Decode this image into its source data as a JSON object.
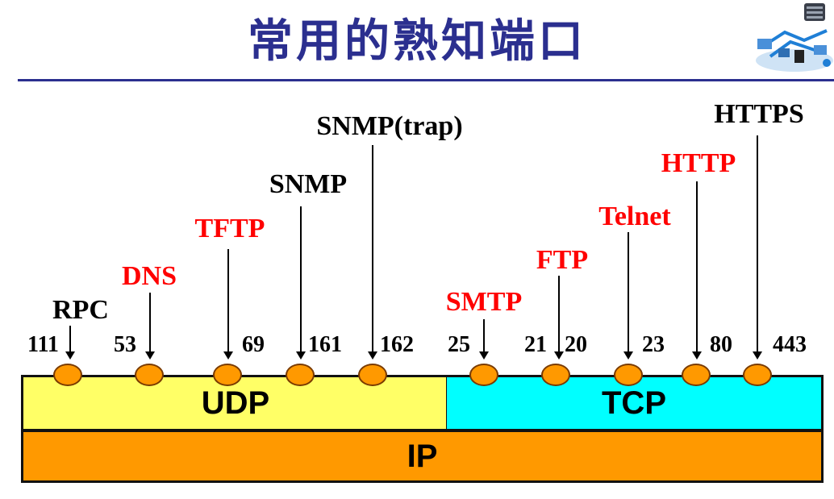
{
  "title": "常用的熟知端口",
  "layers": {
    "udp": "UDP",
    "tcp": "TCP",
    "ip": "IP"
  },
  "colors": {
    "title": "#2b2f8f",
    "udp": "#ffff66",
    "tcp": "#00ffff",
    "ip": "#ff9900",
    "highlight": "#ff0000"
  },
  "udp_services": [
    {
      "protocol": "RPC",
      "port": "111",
      "color": "#000000"
    },
    {
      "protocol": "DNS",
      "port": "53",
      "color": "#ff0000"
    },
    {
      "protocol": "TFTP",
      "port": "69",
      "color": "#ff0000"
    },
    {
      "protocol": "SNMP",
      "port": "161",
      "color": "#000000"
    },
    {
      "protocol": "SNMP(trap)",
      "port": "162",
      "color": "#000000"
    }
  ],
  "tcp_services": [
    {
      "protocol": "SMTP",
      "port": "25",
      "color": "#ff0000"
    },
    {
      "protocol": "FTP",
      "port": "21",
      "port2": "20",
      "color": "#ff0000"
    },
    {
      "protocol": "Telnet",
      "port": "23",
      "color": "#ff0000"
    },
    {
      "protocol": "HTTP",
      "port": "80",
      "color": "#ff0000"
    },
    {
      "protocol": "HTTPS",
      "port": "443",
      "color": "#000000"
    }
  ]
}
